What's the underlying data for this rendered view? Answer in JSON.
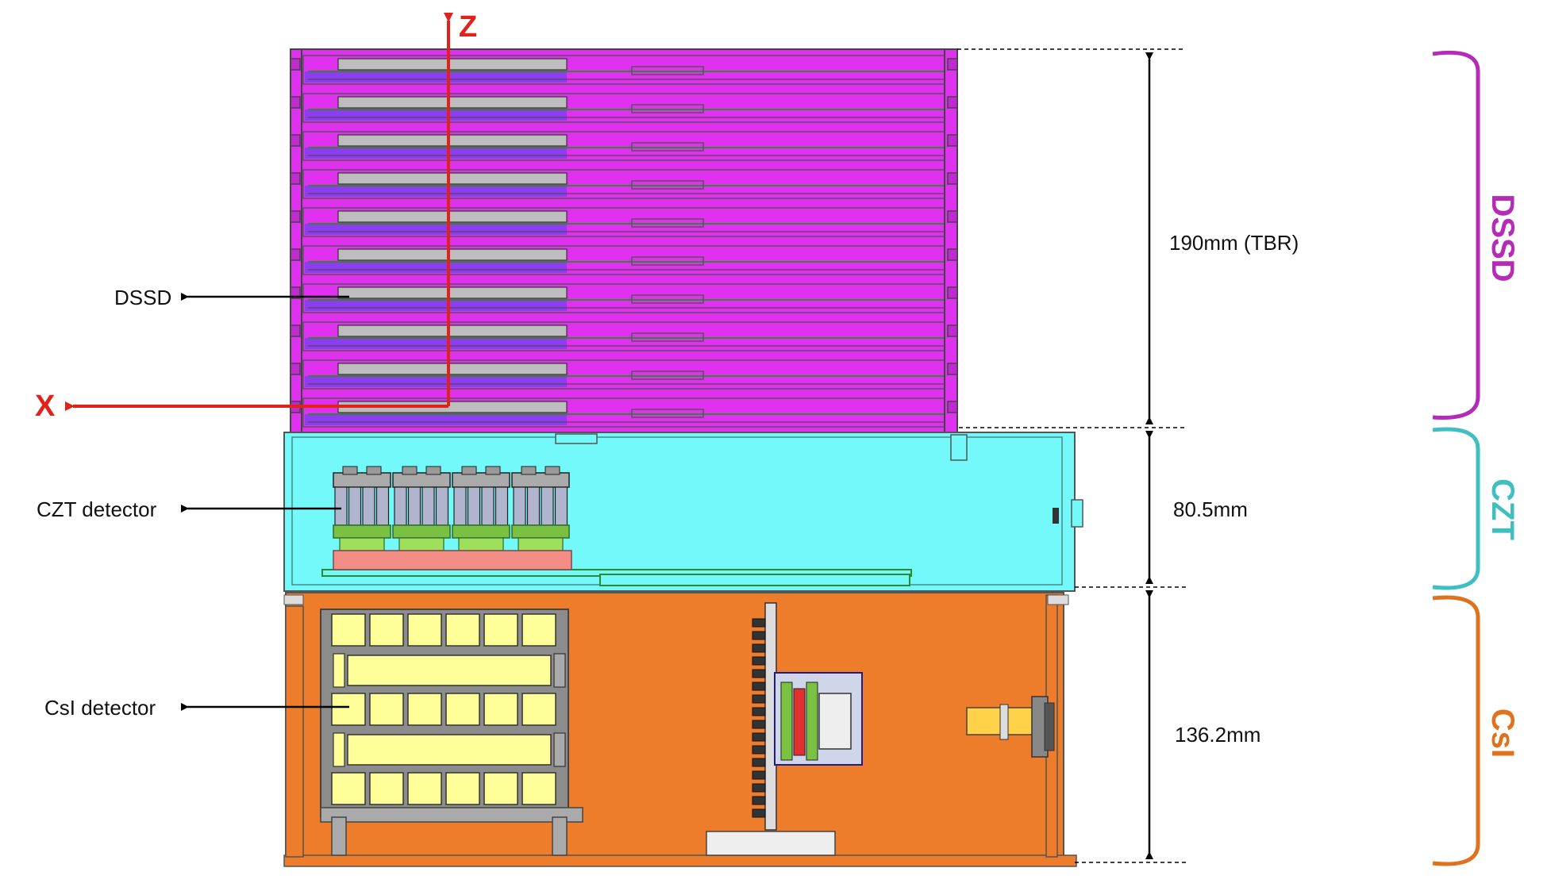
{
  "labels": {
    "dssd": "DSSD",
    "czt": "CZT detector",
    "csi": "CsI detector"
  },
  "axes": {
    "z": "Z",
    "x": "X"
  },
  "dimensions": {
    "dssd": "190mm (TBR)",
    "czt": "80.5mm",
    "csi": "136.2mm"
  },
  "braces": {
    "dssd": "DSSD",
    "czt": "CZT",
    "csi": "CsI"
  },
  "colors": {
    "dssd_fill": "#e030f0",
    "dssd_brace": "#b62ab8",
    "czt_fill": "#74f9fb",
    "czt_brace": "#3fbfbf",
    "csi_fill": "#ee7d2b",
    "csi_brace": "#e0721e",
    "crystal": "#ffff99",
    "axis": "#e0221a"
  }
}
